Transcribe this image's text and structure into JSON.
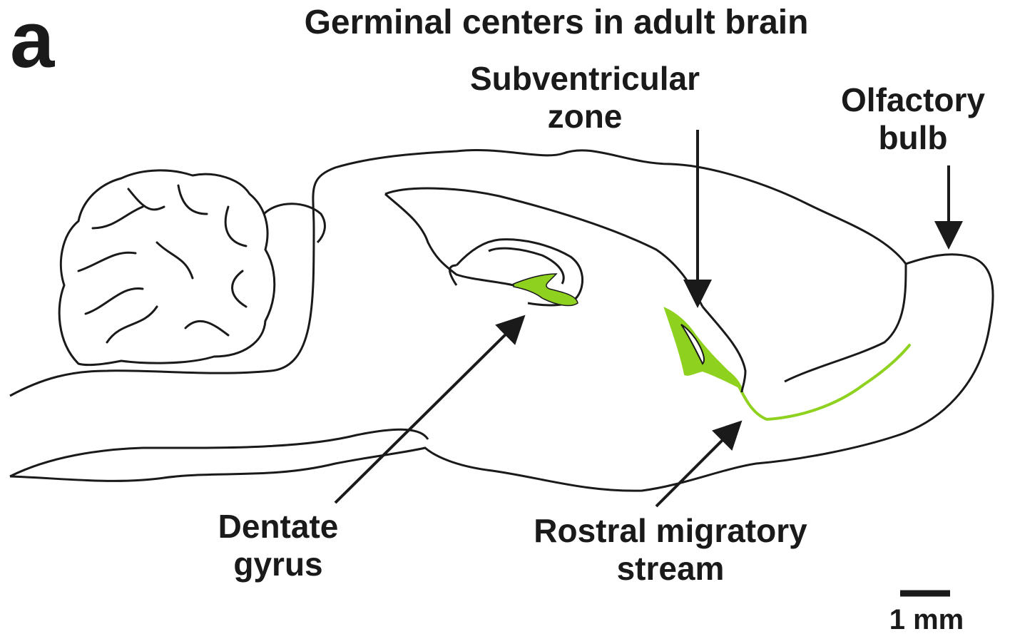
{
  "panel_letter": "a",
  "title": "Germinal centers in adult brain",
  "labels": {
    "subventricular_zone": [
      "Subventricular",
      "zone"
    ],
    "olfactory_bulb": [
      "Olfactory",
      "bulb"
    ],
    "dentate_gyrus": [
      "Dentate",
      "gyrus"
    ],
    "rostral_migratory_stream": [
      "Rostral migratory",
      "stream"
    ]
  },
  "scale_bar": {
    "label": "1 mm"
  },
  "colors": {
    "outline": "#1a1a1a",
    "germinal_region": "#8fd11f",
    "background": "#ffffff"
  }
}
